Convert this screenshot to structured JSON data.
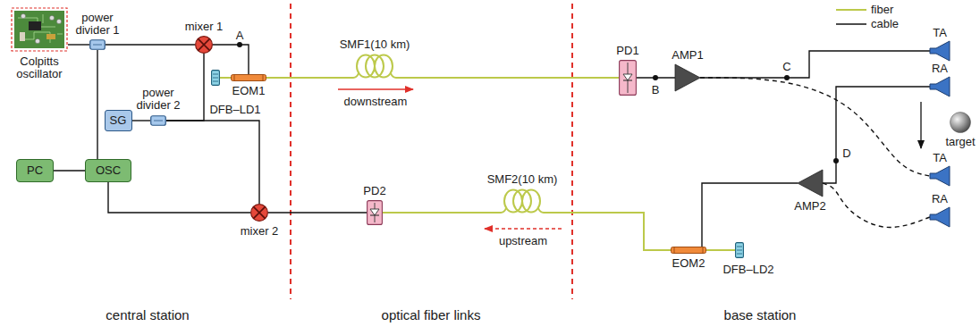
{
  "diagram": {
    "nodes": [
      {
        "text": [
          "Colpitts oscillator"
        ]
      },
      {
        "text": [
          "power divider 1"
        ]
      },
      {
        "text": [
          "mixer 1"
        ]
      },
      {
        "text": [
          "PC"
        ]
      },
      {
        "text": [
          "OSC"
        ]
      },
      {
        "text": [
          "SG"
        ]
      },
      {
        "text": [
          "power divider 2"
        ]
      },
      {
        "text": [
          "DFB–LD1"
        ]
      },
      {
        "text": [
          "EOM1"
        ]
      },
      {
        "text": [
          "mixer 2"
        ]
      },
      {
        "text": [
          "PD2"
        ]
      },
      {
        "text": [
          "SMF1(10 km)"
        ]
      },
      {
        "text": [
          "SMF2(10 km)"
        ]
      },
      {
        "text": [
          "PD1"
        ]
      },
      {
        "text": [
          "AMP1"
        ]
      },
      {
        "text": [
          "TA"
        ]
      },
      {
        "text": [
          "RA"
        ]
      },
      {
        "text": [
          "target"
        ]
      },
      {
        "text": [
          "TA"
        ]
      },
      {
        "text": [
          "RA"
        ]
      },
      {
        "text": [
          "AMP2"
        ]
      },
      {
        "text": [
          "EOM2"
        ]
      },
      {
        "text": [
          "DFB–LD2"
        ]
      }
    ],
    "edges": [
      {
        "from": 0,
        "to": 1,
        "arrow": "none"
      },
      {
        "from": 1,
        "to": 2,
        "arrow": "none"
      },
      {
        "from": 1,
        "to": 4,
        "arrow": "none"
      },
      {
        "from": 3,
        "to": 4,
        "arrow": "none"
      },
      {
        "from": 5,
        "to": 6,
        "arrow": "none"
      },
      {
        "from": 6,
        "to": 2,
        "arrow": "none"
      },
      {
        "from": 6,
        "to": 9,
        "arrow": "none"
      },
      {
        "from": 2,
        "to": 8,
        "arrow": "none"
      },
      {
        "from": 7,
        "to": 8,
        "arrow": "none"
      },
      {
        "from": 8,
        "to": 11,
        "arrow": "none"
      },
      {
        "from": 11,
        "to": 13,
        "arrow": "none"
      },
      {
        "from": 13,
        "to": 14,
        "arrow": "none"
      },
      {
        "from": 14,
        "to": 15,
        "arrow": "none"
      },
      {
        "from": 14,
        "to": 18,
        "arrow": "none"
      },
      {
        "from": 16,
        "to": 20,
        "arrow": "none"
      },
      {
        "from": 19,
        "to": 20,
        "arrow": "none"
      },
      {
        "from": 20,
        "to": 21,
        "arrow": "none"
      },
      {
        "from": 22,
        "to": 21,
        "arrow": "none"
      },
      {
        "from": 21,
        "to": 12,
        "arrow": "none"
      },
      {
        "from": 12,
        "to": 10,
        "arrow": "none"
      },
      {
        "from": 10,
        "to": 9,
        "arrow": "none"
      },
      {
        "from": 9,
        "to": 4,
        "arrow": "none"
      }
    ],
    "labels": [
      "A",
      "B",
      "C",
      "D",
      "downstream",
      "upstream",
      "central station",
      "optical fiber links",
      "base station"
    ],
    "legend": [
      {
        "text": "fiber"
      },
      {
        "text": "cable"
      }
    ]
  }
}
